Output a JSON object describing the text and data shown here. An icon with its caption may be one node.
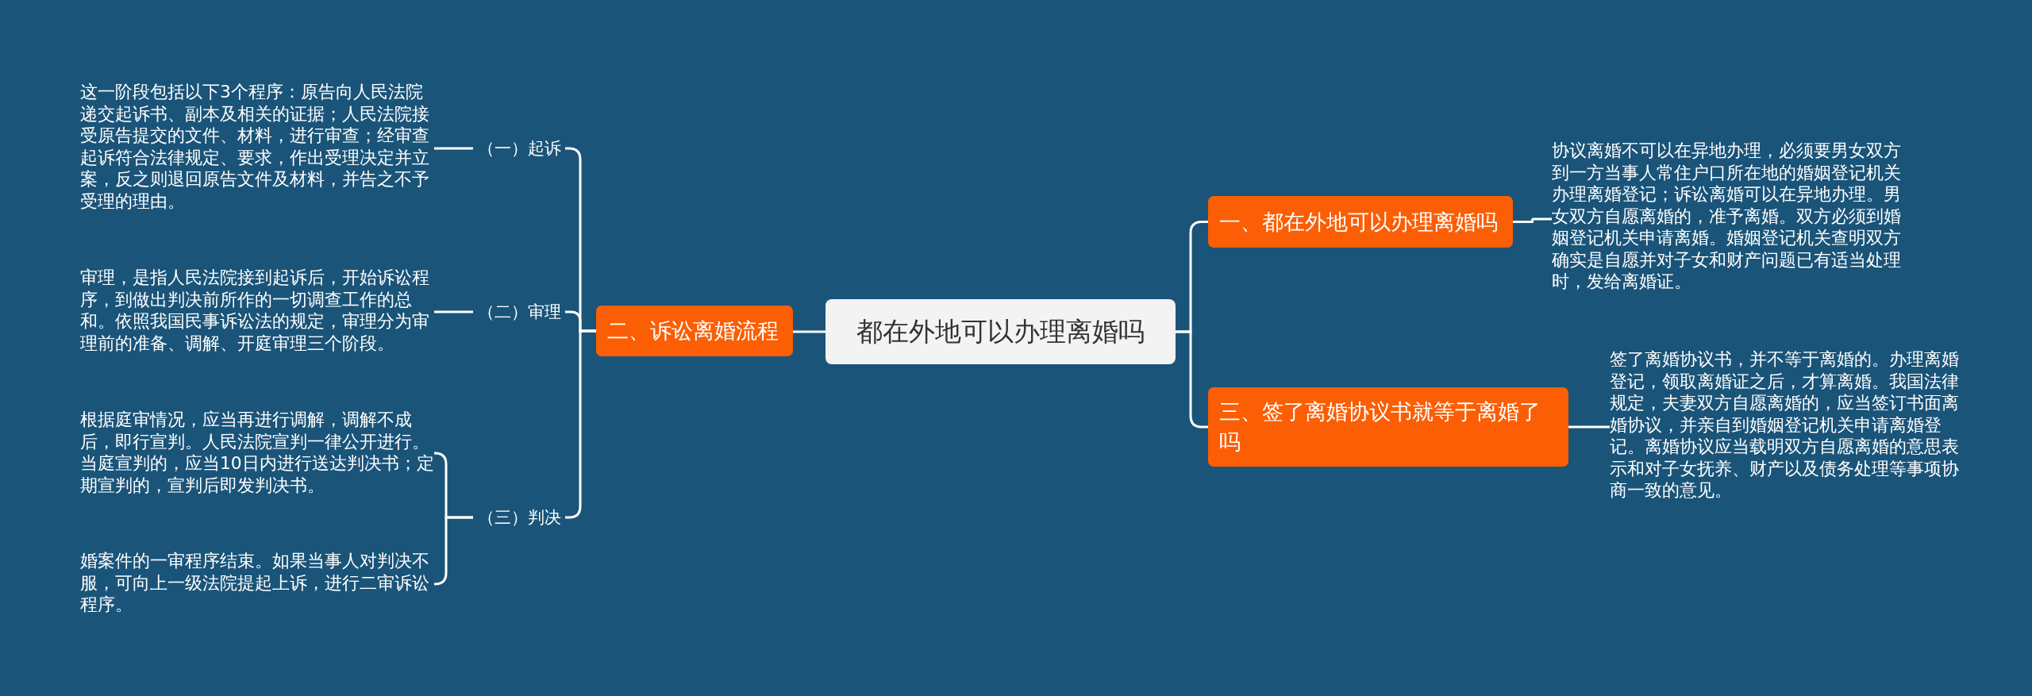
{
  "diagram": {
    "nodes": [
      {
        "text": [
          "都在外地可以办理离婚吗"
        ]
      },
      {
        "text": [
          "二、诉讼离婚流程"
        ]
      },
      {
        "text": [
          "（一）起诉"
        ]
      },
      {
        "text": [
          "这一阶段包括以下3个程序：原告向人民法院递交起诉书、副本及相关的证据；人民法院接受原告提交的文件、材料，进行审查；经审查起诉符合法律规定、要求，作出受理决定并立案，反之则退回原告文件及材料，并告之不予受理的理由。"
        ]
      },
      {
        "text": [
          "（二）审理"
        ]
      },
      {
        "text": [
          "审理，是指人民法院接到起诉后，开始诉讼程序，到做出判决前所作的一切调查工作的总和。依照我国民事诉讼法的规定，审理分为审理前的准备、调解、开庭审理三个阶段。"
        ]
      },
      {
        "text": [
          "（三）判决"
        ]
      },
      {
        "text": [
          "根据庭审情况，应当再进行调解，调解不成后，即行宣判。人民法院宣判一律公开进行。当庭宣判的，应当10日内进行送达判决书；定期宣判的，宣判后即发判决书。"
        ]
      },
      {
        "text": [
          "婚案件的一审程序结束。如果当事人对判决不服，可向上一级法院提起上诉，进行二审诉讼程序。"
        ]
      },
      {
        "text": [
          "一、都在外地可以办理离婚吗"
        ]
      },
      {
        "text": [
          "协议离婚不可以在异地办理，必须要男女双方到一方当事人常住户口所在地的婚姻登记机关办理离婚登记；诉讼离婚可以在异地办理。男女双方自愿离婚的，准予离婚。双方必须到婚姻登记机关申请离婚。婚姻登记机关查明双方确实是自愿并对子女和财产问题已有适当处理时，发给离婚证。"
        ]
      },
      {
        "text": [
          "三、签了离婚协议书就等于离婚了吗"
        ]
      },
      {
        "text": [
          "签了离婚协议书，并不等于离婚的。办理离婚登记，领取离婚证之后，才算离婚。我国法律规定，夫妻双方自愿离婚的，应当签订书面离婚协议，并亲自到婚姻登记机关申请离婚登记。离婚协议应当载明双方自愿离婚的意思表示和对子女抚养、财产以及债务处理等事项协商一致的意见。"
        ]
      }
    ],
    "edges": [
      {
        "from": 0,
        "to": 1,
        "arrow": "none"
      },
      {
        "from": 1,
        "to": 2,
        "arrow": "none"
      },
      {
        "from": 2,
        "to": 3,
        "arrow": "none"
      },
      {
        "from": 1,
        "to": 4,
        "arrow": "none"
      },
      {
        "from": 4,
        "to": 5,
        "arrow": "none"
      },
      {
        "from": 1,
        "to": 6,
        "arrow": "none"
      },
      {
        "from": 6,
        "to": 7,
        "arrow": "none"
      },
      {
        "from": 6,
        "to": 8,
        "arrow": "none"
      },
      {
        "from": 0,
        "to": 9,
        "arrow": "none"
      },
      {
        "from": 9,
        "to": 10,
        "arrow": "none"
      },
      {
        "from": 0,
        "to": 11,
        "arrow": "none"
      },
      {
        "from": 11,
        "to": 12,
        "arrow": "none"
      }
    ]
  }
}
